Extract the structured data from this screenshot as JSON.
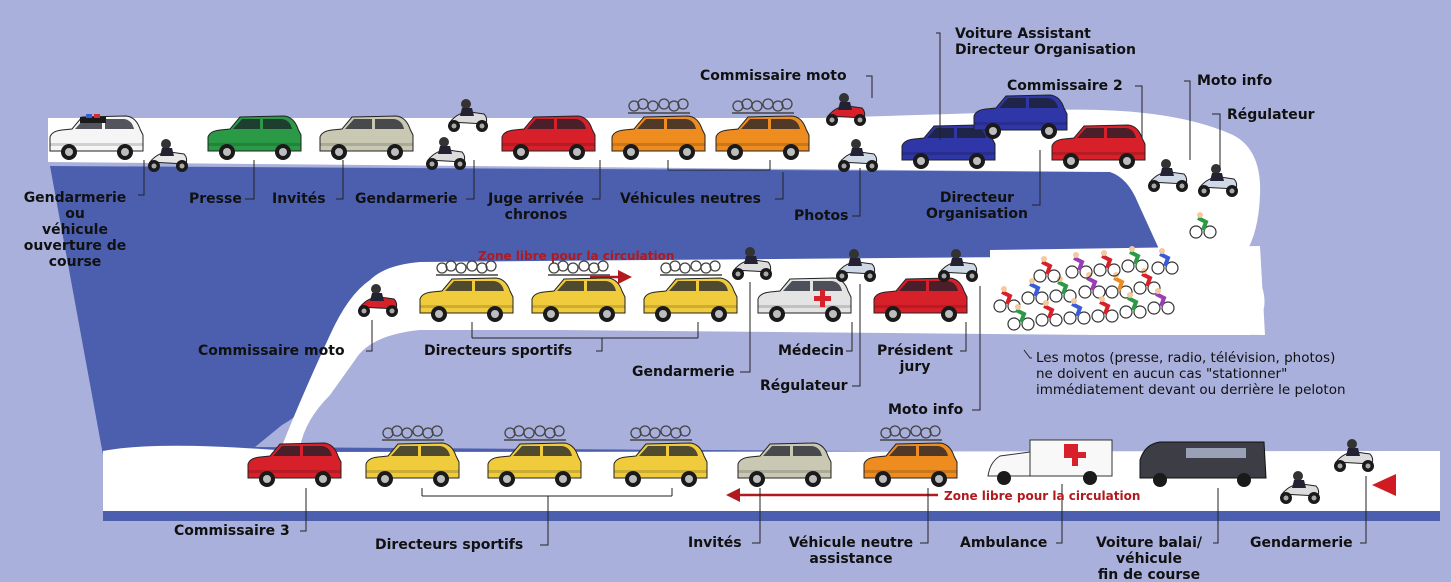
{
  "colors": {
    "background": "#a9b0dc",
    "road": "#ffffff",
    "road_shadow": "#4b5fae",
    "arrow": "#b01a1f",
    "text": "#111111"
  },
  "labels": {
    "voiture_assistant": "Voiture Assistant",
    "directeur_organisation_top": "Directeur Organisation",
    "commissaire_moto_top": "Commissaire moto",
    "commissaire_2": "Commissaire 2",
    "moto_info_top": "Moto info",
    "regulateur_top": "Régulateur",
    "gendarmerie_ouverture": "Gendarmerie\nou\nvéhicule\nouverture de\ncourse",
    "presse": "Presse",
    "invites_top": "Invités",
    "gendarmerie_top": "Gendarmerie",
    "juge_arrivee": "Juge arrivée\nchronos",
    "vehicules_neutres": "Véhicules neutres",
    "photos": "Photos",
    "directeur_organisation_low": "Directeur\nOrganisation",
    "commissaire_moto_mid": "Commissaire moto",
    "directeurs_sportifs_mid": "Directeurs sportifs",
    "gendarmerie_mid": "Gendarmerie",
    "medecin": "Médecin",
    "regulateur_mid": "Régulateur",
    "president_jury": "Président\njury",
    "moto_info_mid": "Moto info",
    "peloton_note": "Les motos (presse, radio, télévision, photos)\nne doivent en aucun cas \"stationner\"\nimmédiatement devant ou derrière le peloton",
    "commissaire_3": "Commissaire 3",
    "directeurs_sportifs_low": "Directeurs sportifs",
    "invites_low": "Invités",
    "vehicule_neutre_assistance": "Véhicule neutre\nassistance",
    "ambulance": "Ambulance",
    "voiture_balai": "Voiture balai/\nvéhicule\nfin de course",
    "gendarmerie_low": "Gendarmerie"
  },
  "zones": {
    "middle": "Zone libre pour la circulation",
    "bottom": "Zone libre pour la circulation"
  }
}
